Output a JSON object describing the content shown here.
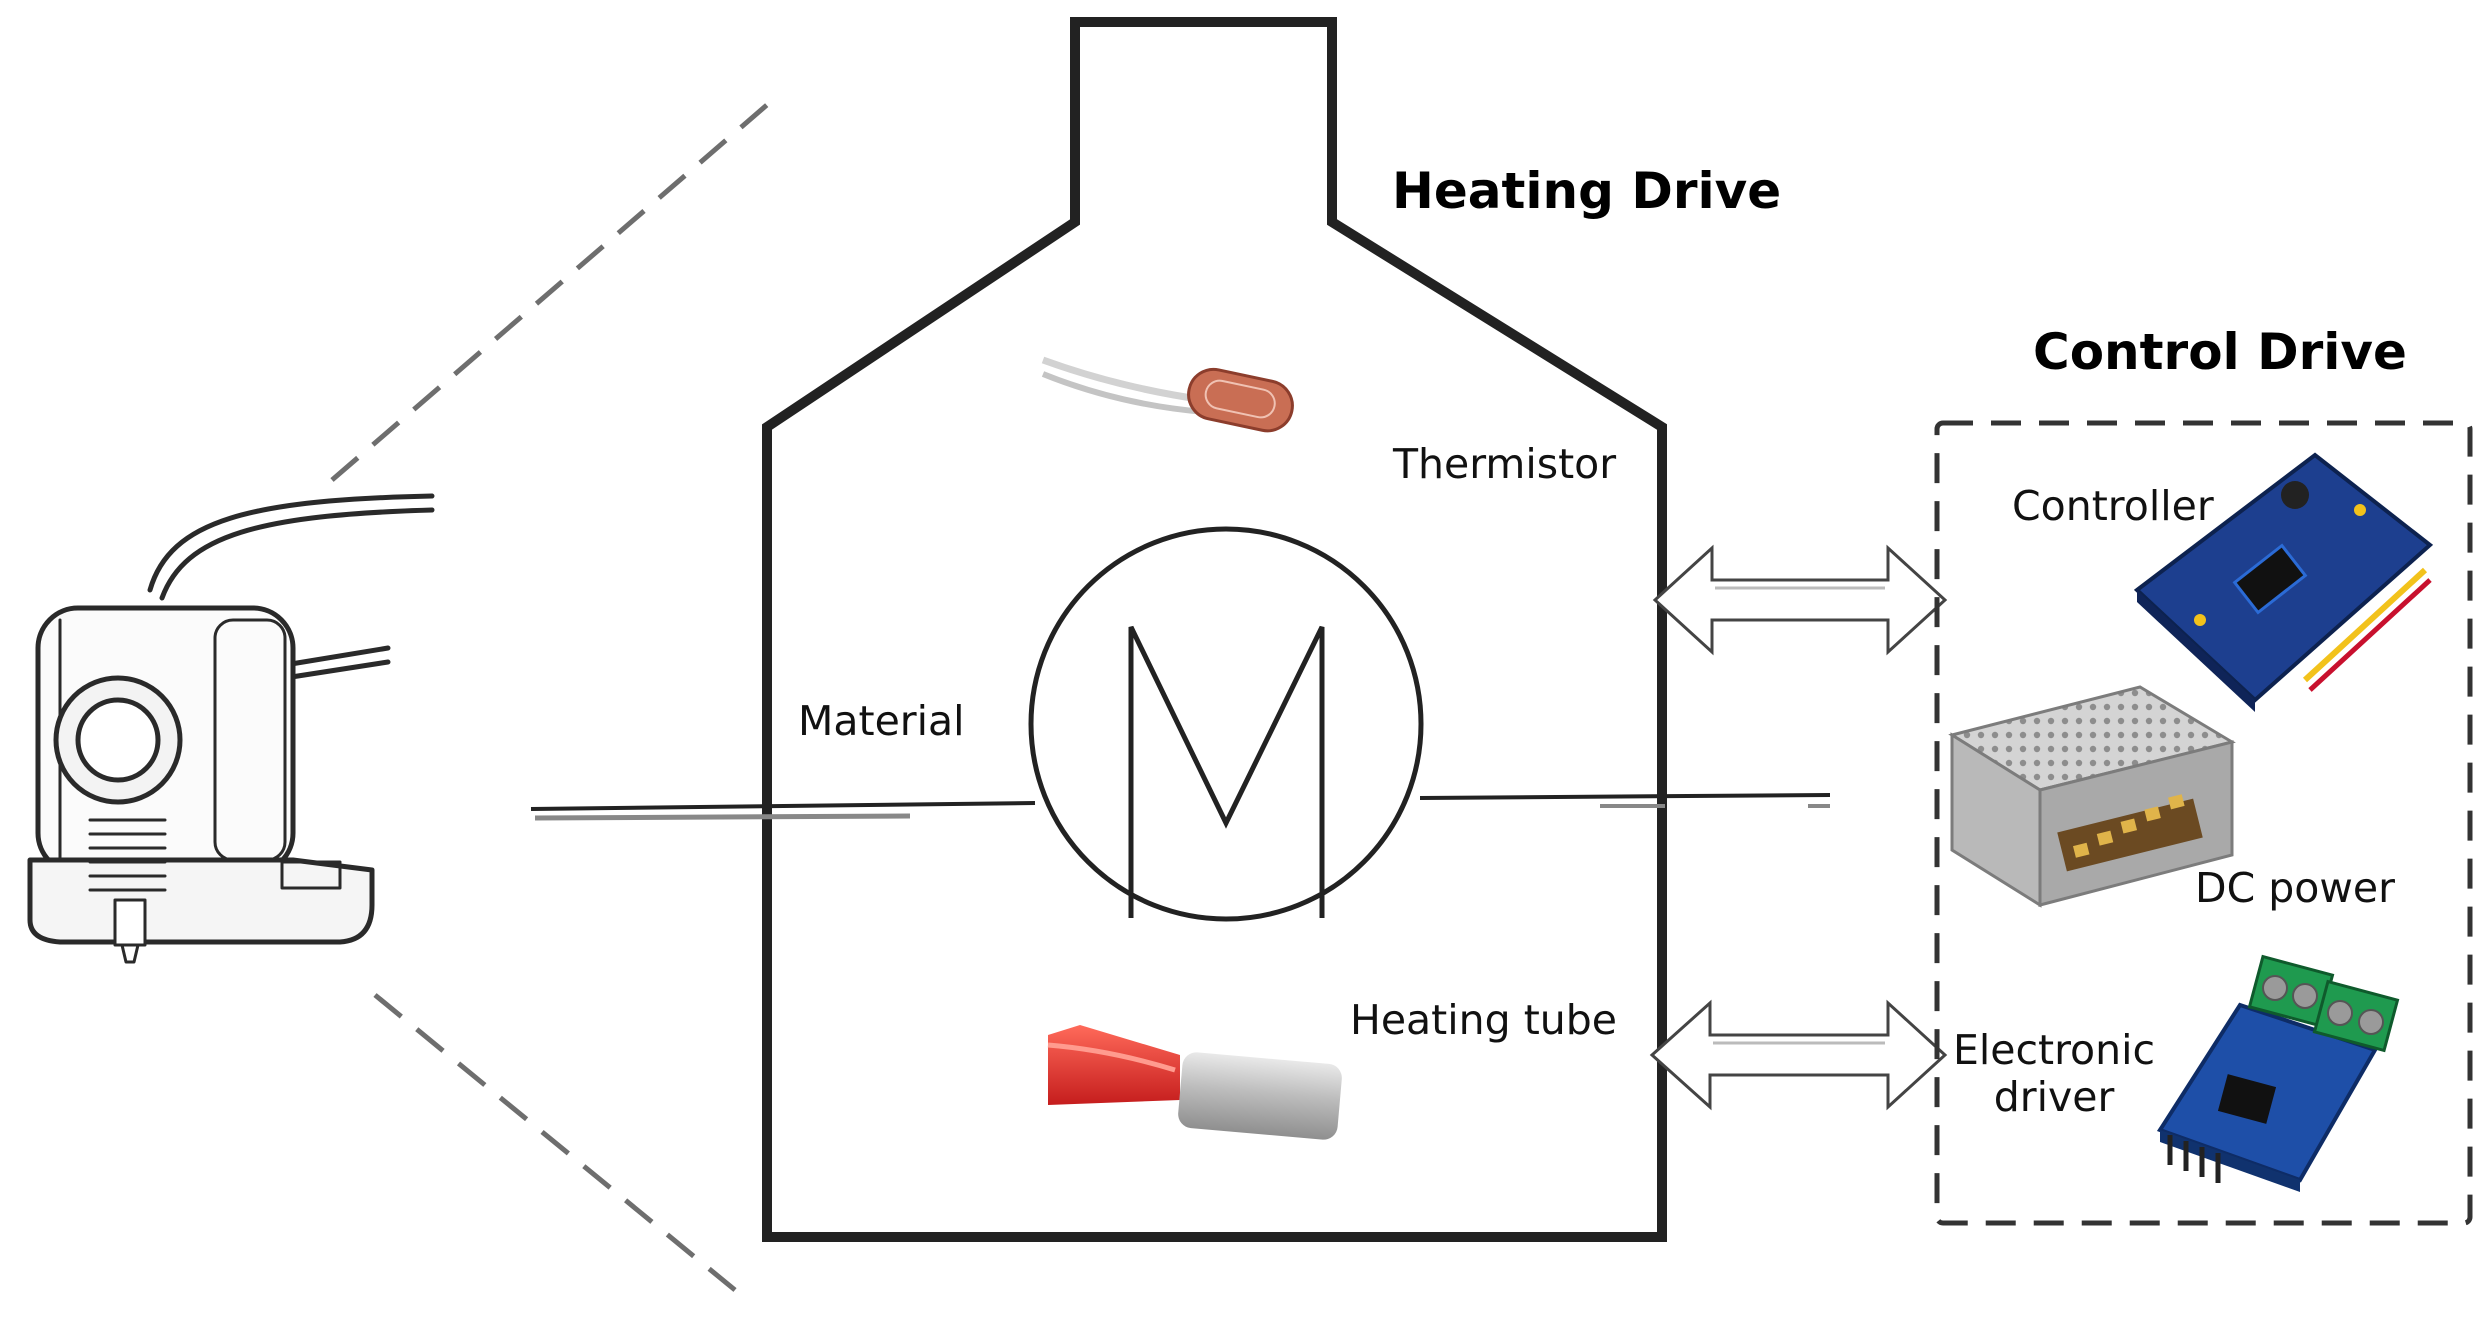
{
  "titles": {
    "heating_drive": "Heating Drive",
    "control_drive": "Control Drive"
  },
  "labels": {
    "thermistor": "Thermistor",
    "material": "Material",
    "heating_tube": "Heating tube",
    "controller": "Controller",
    "dc_power": "DC power",
    "electronic_driver_line1": "Electronic",
    "electronic_driver_line2": "driver"
  },
  "motor_symbol": "M",
  "colors": {
    "outline": "#222222",
    "dashed": "#6e6e6e",
    "heater_red": "#e8322b",
    "pcb_blue": "#1d3f8f",
    "terminal_green": "#1f9a4f",
    "psu_metal": "#c9c9c9"
  }
}
